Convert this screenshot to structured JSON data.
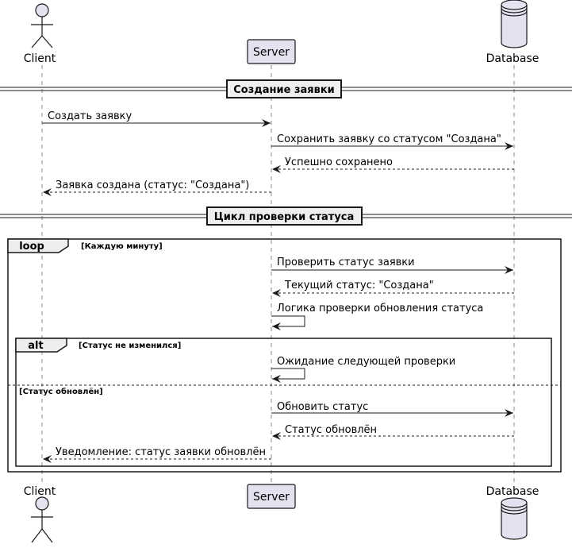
{
  "participants": {
    "client": "Client",
    "server": "Server",
    "database": "Database"
  },
  "dividers": {
    "creation": "Создание заявки",
    "status_loop": "Цикл проверки статуса"
  },
  "messages": {
    "m1": "Создать заявку",
    "m2": "Сохранить заявку со статусом \"Создана\"",
    "m3": "Успешно сохранено",
    "m4": "Заявка создана (статус: \"Создана\")",
    "m5": "Проверить статус заявки",
    "m6": "Текущий статус: \"Создана\"",
    "m7": "Логика проверки обновления статуса",
    "m8": "Ожидание следующей проверки",
    "m9": "Обновить статус",
    "m10": "Статус обновлён",
    "m11": "Уведомление: статус заявки обновлён"
  },
  "frames": {
    "loop": {
      "tag": "loop",
      "condition": "[Каждую минуту]"
    },
    "alt": {
      "tag": "alt",
      "condition": "[Статус не изменился]",
      "else_condition": "[Статус обновлён]"
    }
  },
  "colors": {
    "participant_fill": "#E2E2F0",
    "line": "#181818",
    "lifeline": "#888888",
    "frame_tag_fill": "#EEEEEE"
  }
}
